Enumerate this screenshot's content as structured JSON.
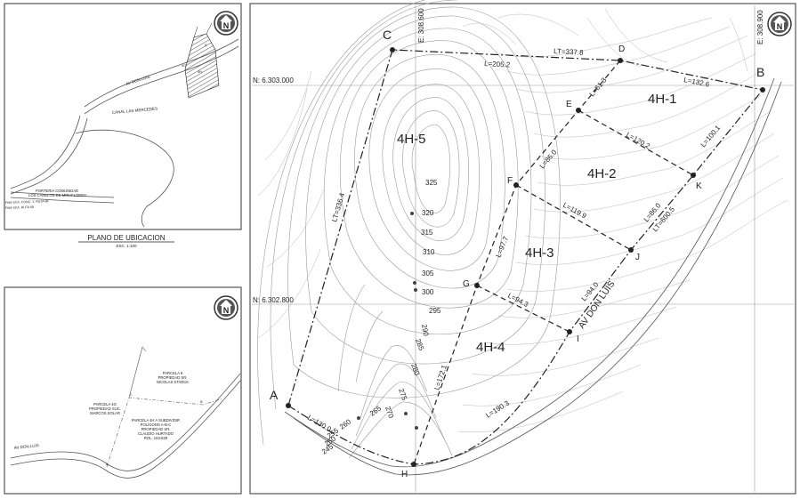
{
  "location_plan": {
    "title": "PLANO DE UBICACION",
    "scale": "ESC. 1:100",
    "road_label": "AV DON LUIS",
    "canal_label": "CANAL LAS MERCEDES",
    "porteria_line1": "PORTERIA COMUNIDAD",
    "porteria_line2": "LOS CANELOS DE MIRAFLORES",
    "ruta_label1": "FAM SCA. CONC. Y. RUTA 68",
    "ruta_label2": "FAM SCA. RUTA 68",
    "parcel_4g": "4G",
    "parcel_4h": "4H",
    "parcel_6": "6"
  },
  "detail_plan": {
    "road_label": "AV DON LUIS",
    "parcela6_line1": "PARCELA 6",
    "parcela6_line2": "PROPIEDAD SR.",
    "parcela6_line3": "NICOLAS STARCK",
    "parcela4g_line1": "PARCELA 4G",
    "parcela4g_line2": "PROPIEDAD SUC.",
    "parcela4g_line3": "MARCOS SOLAR",
    "parcela4h_line1": "PARCELA 4H A SUBDIVIDIR",
    "parcela4h_line2": "POLIGONO A-B-C",
    "parcela4h_line3": "PROPIEDAD SR.",
    "parcela4h_line4": "CLAUDIO HURTADO",
    "parcela4h_line5": "ROL: 163-829",
    "pt_a": "A",
    "pt_b": "B",
    "pt_c": "C"
  },
  "main_plan": {
    "coord_north_top": "N: 6.303.000",
    "coord_north_bottom": "N: 6.302.800",
    "coord_east_left": "E: 308.600",
    "coord_east_right": "E: 308.900",
    "road_label": "AV DON LUIS",
    "lots": [
      "4H-1",
      "4H-2",
      "4H-3",
      "4H-4",
      "4H-5"
    ],
    "points": [
      "A",
      "B",
      "C",
      "D",
      "E",
      "F",
      "G",
      "H",
      "I",
      "J",
      "K"
    ],
    "lengths": {
      "lt_cd": "LT=337.8",
      "l_cd": "L=205.2",
      "l_db": "L=132.6",
      "l_de": "L=61.3",
      "l_ef": "L=86.0",
      "l_ek": "L=120.2",
      "l_kb": "L=100.1",
      "l_fj": "L=119.9",
      "l_jk": "L=86.0",
      "lt_ab": "LT=600.5",
      "l_fg": "L=97.7",
      "l_gi": "L=94.3",
      "l_ij": "L=94.0",
      "l_gh": "L=172.1",
      "l_hi": "L=190.3",
      "l_ah": "L=130.0",
      "lt_ac": "LT=336.4"
    },
    "contours": [
      "325",
      "320",
      "315",
      "310",
      "305",
      "300",
      "295",
      "290",
      "285",
      "280",
      "275",
      "270",
      "265",
      "260",
      "255",
      "250",
      "245"
    ]
  },
  "north_symbol": "N",
  "colors": {
    "ink": "#222222",
    "contour": "#9a9a9a",
    "frame": "#333333"
  }
}
